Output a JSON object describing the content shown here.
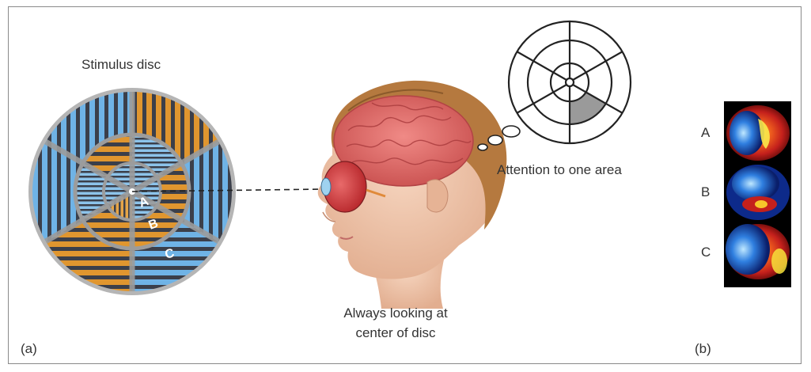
{
  "figure": {
    "stimulus_title": "Stimulus disc",
    "attention_caption": "Attention to one area",
    "looking_caption_line1": "Always looking at",
    "looking_caption_line2": "center of disc",
    "panel_a_label": "(a)",
    "panel_b_label": "(b)",
    "disc_zones": [
      "A",
      "B",
      "C"
    ],
    "scan_labels": [
      "A",
      "B",
      "C"
    ]
  },
  "colors": {
    "stripe_blue": "#6fb3e6",
    "stripe_orange": "#e0962f",
    "stripe_dark": "#3b3f4a",
    "disc_rim": "#b5b5b5",
    "attention_highlight": "#9a9a9a",
    "scan_background": "#000000"
  }
}
